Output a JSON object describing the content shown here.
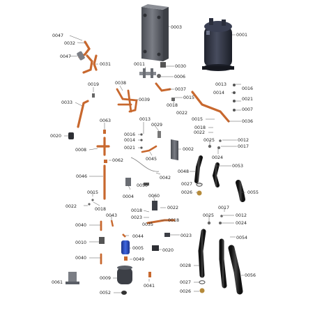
{
  "diagram": {
    "parts": {
      "p0001": "0001",
      "p0003": "0003",
      "p0047": "0047",
      "p0032": "0032",
      "p0047b": "0047",
      "p0031": "0031",
      "p0011": "0011",
      "p0030": "0030",
      "p0006": "0006",
      "p0038": "0038",
      "p0037": "0037",
      "p0019": "0019",
      "p0039": "0039",
      "p0018a": "0018",
      "p0015a": "0015",
      "p0022a": "0022",
      "p0013a": "0013",
      "p0014a": "0014",
      "p0016a": "0016",
      "p0021a": "0021",
      "p0007": "0007",
      "p0036": "0036",
      "p0033": "0033",
      "p0063": "0063",
      "p0013b": "0013",
      "p0029": "0029",
      "p0015b": "0015",
      "p0018b": "0018",
      "p0022b": "0022",
      "p0020a": "0020",
      "p0016b": "0016",
      "p0014b": "0014",
      "p0025a": "0025",
      "p0012a": "0012",
      "p0017a": "0017",
      "p0008": "0008",
      "p0021b": "0021",
      "p0002": "0002",
      "p0024a": "0024",
      "p0045": "0045",
      "p0062": "0062",
      "p0053": "0053",
      "p0048": "0048",
      "p0042": "0042",
      "p0046": "0046",
      "p0027a": "0027",
      "p0050": "0050",
      "p0026a": "0026",
      "p0055": "0055",
      "p0004": "0004",
      "p0015c": "0015",
      "p0060": "0060",
      "p0017b": "0017",
      "p0022c": "0022",
      "p0018c": "0018",
      "p0022d": "0022",
      "p0018d": "0018",
      "p0025b": "0025",
      "p0012b": "0012",
      "p0023a": "0023",
      "p0043": "0043",
      "p0018e": "0018",
      "p0024b": "0024",
      "p0040a": "0040",
      "p0035": "0035",
      "p0023b": "0023",
      "p0054": "0054",
      "p0044": "0044",
      "p0010": "0010",
      "p0005": "0005",
      "p0020b": "0020",
      "p0040b": "0040",
      "p0049": "0049",
      "p0028": "0028",
      "p0009": "0009",
      "p0061": "0061",
      "p0056": "0056",
      "p0027b": "0027",
      "p0041": "0041",
      "p0052": "0052",
      "p0026b": "0026"
    },
    "colors": {
      "copper": "#c8682e",
      "copper_dark": "#8f4416",
      "compressor": "#2a2e3c",
      "plate_hx": "#5c5f66",
      "receiver": "#3c3f46",
      "black_hose": "#262626",
      "blue_filter": "#2b4fc4",
      "fitting": "#9a9a9a"
    }
  }
}
